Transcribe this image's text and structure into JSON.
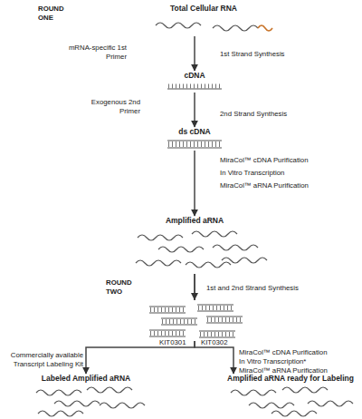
{
  "diagram": {
    "nodes": [
      {
        "text": [
          "Total Cellular RNA"
        ]
      },
      {
        "text": [
          "cDNA"
        ]
      },
      {
        "text": [
          "ds cDNA"
        ]
      },
      {
        "text": [
          "Amplified aRNA"
        ]
      },
      {
        "text": [
          "Labeled Amplified aRNA"
        ]
      },
      {
        "text": [
          "Amplified aRNA ready for Labeling"
        ]
      }
    ],
    "edges": [
      {
        "from": 0,
        "to": 1,
        "arrow": "to"
      },
      {
        "from": 1,
        "to": 2,
        "arrow": "to"
      },
      {
        "from": 2,
        "to": 3,
        "arrow": "to"
      },
      {
        "from": 3,
        "to": 4,
        "arrow": "to"
      },
      {
        "from": 3,
        "to": 5,
        "arrow": "to"
      }
    ],
    "labels": [
      "ROUND ONE",
      "mRNA-specific 1st Primer",
      "1st Strand Synthesis",
      "Exogenous 2nd Primer",
      "2nd Strand Synthesis",
      "MiraCol™ cDNA Purification",
      "In Vitro Transcription",
      "MiraCol™ aRNA Purification",
      "ROUND TWO",
      "1st and 2nd Strand Synthesis",
      "KIT0301",
      "KIT0302",
      "Commercially available Transcript Labeling Kit",
      "MiraCol™ cDNA Purification",
      "In Vitro Transcription*",
      "MiraCol™ aRNA Purification"
    ]
  }
}
